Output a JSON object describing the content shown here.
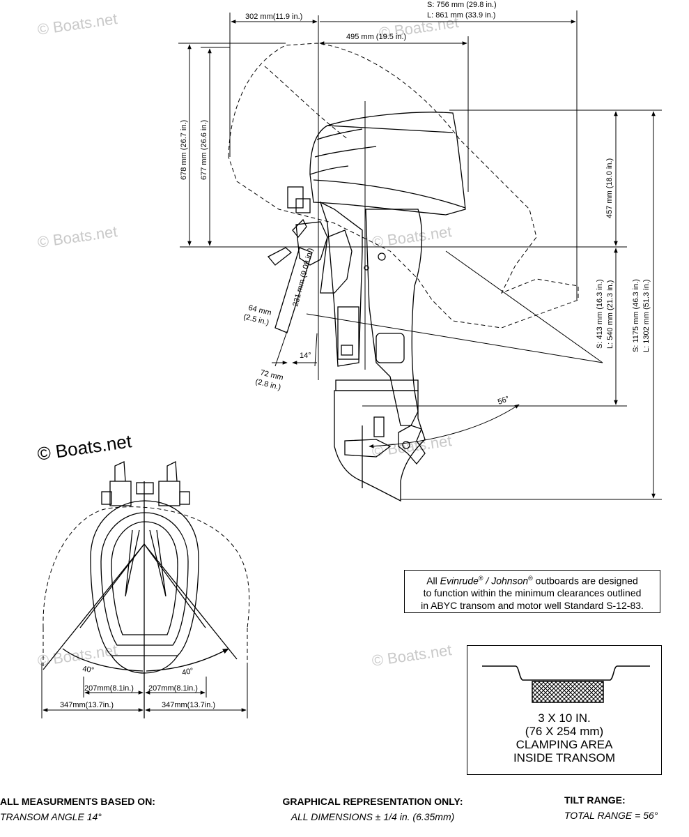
{
  "watermark": "© Boats.net",
  "dimensions": {
    "d302": "302 mm(11.9 in.)",
    "d756": "S: 756 mm (29.8 in.)",
    "d861": "L: 861 mm (33.9 in.)",
    "d495": "495 mm (19.5 in.)",
    "d678": "678 mm (26.7 in.)",
    "d677": "677 mm (26.6 in.)",
    "d457": "457 mm (18.0 in.)",
    "d413": "S: 413 mm (16.3 in.)",
    "d540": "L: 540 mm (21.3 in.)",
    "d1175": "S: 1175 mm (46.3 in.)",
    "d1302": "L: 1302 mm (51.3 in.)",
    "d231": "231 mm (9.09 in.)",
    "d64a": "64 mm",
    "d64b": "(2.5 in.)",
    "d72a": "72 mm",
    "d72b": "(2.8 in.)",
    "a14": "14°",
    "a56": "56°",
    "a40l": "40°",
    "a40r": "40°",
    "d207l": "207mm(8.1in.)",
    "d207r": "207mm(8.1in.)",
    "d347l": "347mm(13.7in.)",
    "d347r": "347mm(13.7in.)"
  },
  "note": {
    "prefix": "All ",
    "brand1": "Evinrude",
    "reg1": "®",
    "slash": " / ",
    "brand2": "Johnson",
    "reg2": "®",
    "line1_rest": " outboards are designed",
    "line2": "to function within the minimum clearances outlined",
    "line3": "in ABYC transom and motor well Standard S-12-83."
  },
  "clamp": {
    "line1": "3 X 10 IN.",
    "line2": "(76 X 254 mm)",
    "line3": "CLAMPING AREA",
    "line4": "INSIDE TRANSOM"
  },
  "footer": {
    "left_heading": "ALL MEASURMENTS BASED ON:",
    "left_value": "TRANSOM ANGLE 14°",
    "mid_heading": "GRAPHICAL REPRESENTATION ONLY:",
    "mid_value": "ALL DIMENSIONS ± 1/4 in. (6.35mm)",
    "right_heading": "TILT RANGE:",
    "right_value": "TOTAL RANGE = 56°"
  }
}
